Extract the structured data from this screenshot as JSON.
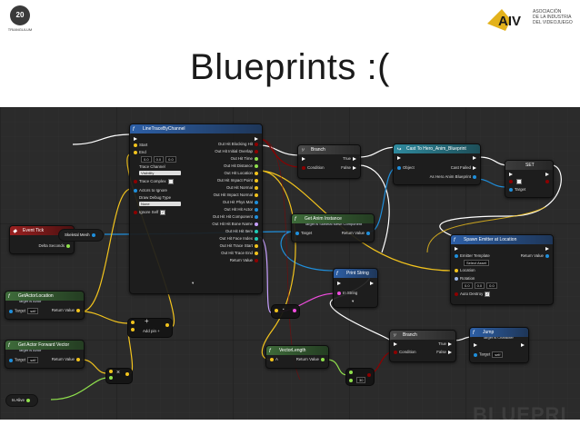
{
  "slide": {
    "title": "Blueprints :(",
    "logo_left_text": "20",
    "logo_left_caption": "TRIANGULUM",
    "logo_right_mark": "AIV",
    "logo_right_lines": [
      "ASOCIACIÓN",
      "DE LA INDUSTRIA",
      "DEL VIDEOJUEGO"
    ],
    "watermark": "BLUEPRI"
  },
  "colors": {
    "canvas_bg": "#2b2b2b",
    "grid_line": "#353535",
    "exec_wire": "#ffffff",
    "bool_wire": "#8c0000",
    "vector_wire": "#f2c31d",
    "object_wire": "#1f8fdc",
    "struct_wire": "#2f6f9c",
    "float_wire": "#8fe04c",
    "string_wire": "#f04ddf",
    "name_wire": "#c7a0ff",
    "header_blue": "#2d5fa6",
    "header_green": "#3e6b3a",
    "header_red": "#9a2020",
    "header_dark": "#3a3a3a"
  },
  "nodes": {
    "line_trace": {
      "title": "LineTraceByChannel",
      "inputs": [
        "Start",
        "End",
        "Trace Channel",
        "Trace Complex",
        "Actors to Ignore",
        "Draw Debug Type",
        "Ignore Self"
      ],
      "end_values": [
        "0.0",
        "0.0",
        "0.0"
      ],
      "trace_channel_value": "Visibility",
      "draw_debug_value": "None",
      "outputs": [
        "Out Hit Blocking Hit",
        "Out Hit Initial Overlap",
        "Out Hit Time",
        "Out Hit Distance",
        "Out Hit Location",
        "Out Hit Impact Point",
        "Out Hit Normal",
        "Out Hit Impact Normal",
        "Out Hit Phys Mat",
        "Out Hit Hit Actor",
        "Out Hit Hit Component",
        "Out Hit Hit Bone Name",
        "Out Hit Hit Item",
        "Out Hit Face Index",
        "Out Hit Trace Start",
        "Out Hit Trace End",
        "Return Value"
      ]
    },
    "branch_top": {
      "title": "Branch",
      "in_condition": "Condition",
      "out_true": "True",
      "out_false": "False"
    },
    "cast": {
      "title": "Cast To Hero_Anim_Blueprint",
      "in_object": "Object",
      "out_failed": "Cast Failed",
      "out_as": "As Hero Anim Blueprint"
    },
    "set_node": {
      "title": "SET",
      "pin_target": "Target"
    },
    "get_anim_instance": {
      "title": "Get Anim Instance",
      "subtitle": "Target is Skeletal Mesh Component",
      "in_target": "Target",
      "out_return": "Return Value"
    },
    "spawn_emitter": {
      "title": "Spawn Emitter at Location",
      "inputs": [
        "Emitter Template",
        "Location",
        "Rotation",
        "Auto Destroy"
      ],
      "template_value": "Select Asset",
      "rotation_values": [
        "0.0",
        "0.0",
        "0.0"
      ],
      "out_return": "Return Value"
    },
    "print_string": {
      "title": "Print String",
      "in_string": "In String"
    },
    "event_tick": {
      "title": "Event Tick",
      "out_delta": "Delta Seconds"
    },
    "get_actor_location": {
      "title": "GetActorLocation",
      "subtitle": "Target is Actor",
      "in_target": "Target",
      "self_value": "self",
      "out_return": "Return Value"
    },
    "get_forward_vector": {
      "title": "Get Actor Forward Vector",
      "subtitle": "Target is Actor",
      "in_target": "Target",
      "self_value": "self",
      "out_return": "Return Value"
    },
    "skeletal_mesh_var": {
      "title": "Skeletal Mesh"
    },
    "add_pin": {
      "label": "Add pin"
    },
    "vector_length": {
      "title": "VectorLength",
      "in_a": "A",
      "out_return": "Return Value"
    },
    "compare_value": "30",
    "branch_bottom": {
      "title": "Branch",
      "in_condition": "Condition",
      "out_true": "True",
      "out_false": "False"
    },
    "jump": {
      "title": "Jump",
      "subtitle": "Target is Character",
      "in_target": "Target",
      "self_value": "self"
    },
    "pill_var": {
      "title": "Is Alive"
    }
  }
}
